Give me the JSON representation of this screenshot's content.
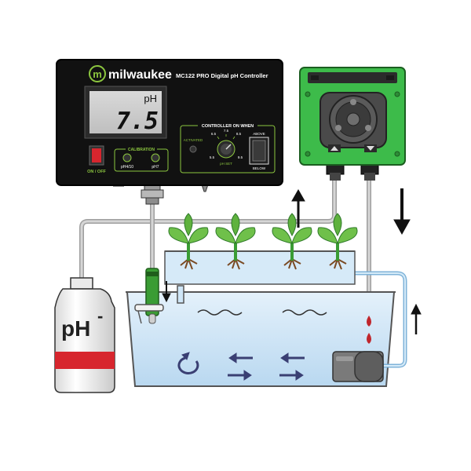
{
  "controller": {
    "brand": "milwaukee",
    "brand_logo_letter": "m",
    "model": "MC122 PRO Digital pH Controller",
    "display_unit": "pH",
    "display_value": "7.5",
    "power_label": "ON / OFF",
    "calibration_title": "CALIBRATION",
    "cal_ph4_label": "pH4/10",
    "cal_ph7_label": "pH7",
    "controller_on_when": "CONTROLLER ON WHEN",
    "activated_label": "ACTIVATED",
    "dial_ticks": [
      "6.5",
      "7.5",
      "8.5",
      "5.5",
      "9.5"
    ],
    "ph_set_label": "pH SET",
    "above_label": "ABOVE",
    "below_label": "BELOW"
  },
  "bottle": {
    "label": "pH",
    "superscript": "-"
  },
  "colors": {
    "controller_body": "#111111",
    "brand_green": "#8cc63f",
    "pump_green": "#3dbb4a",
    "water": "#cfe6f7",
    "bottle_band": "#d7262e",
    "drop_red": "#c0262c",
    "tube_gray": "#bdbdbd"
  }
}
